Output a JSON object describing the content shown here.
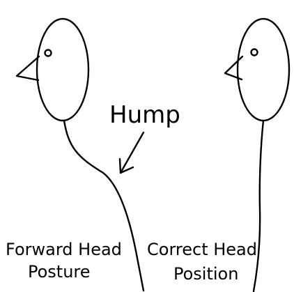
{
  "labels": {
    "hump": "Hump",
    "left_caption_line1": "Forward Head",
    "left_caption_line2": "Posture",
    "right_caption_line1": "Correct Head",
    "right_caption_line2": "Position"
  },
  "colors": {
    "stroke": "#000000",
    "background": "#ffffff"
  }
}
